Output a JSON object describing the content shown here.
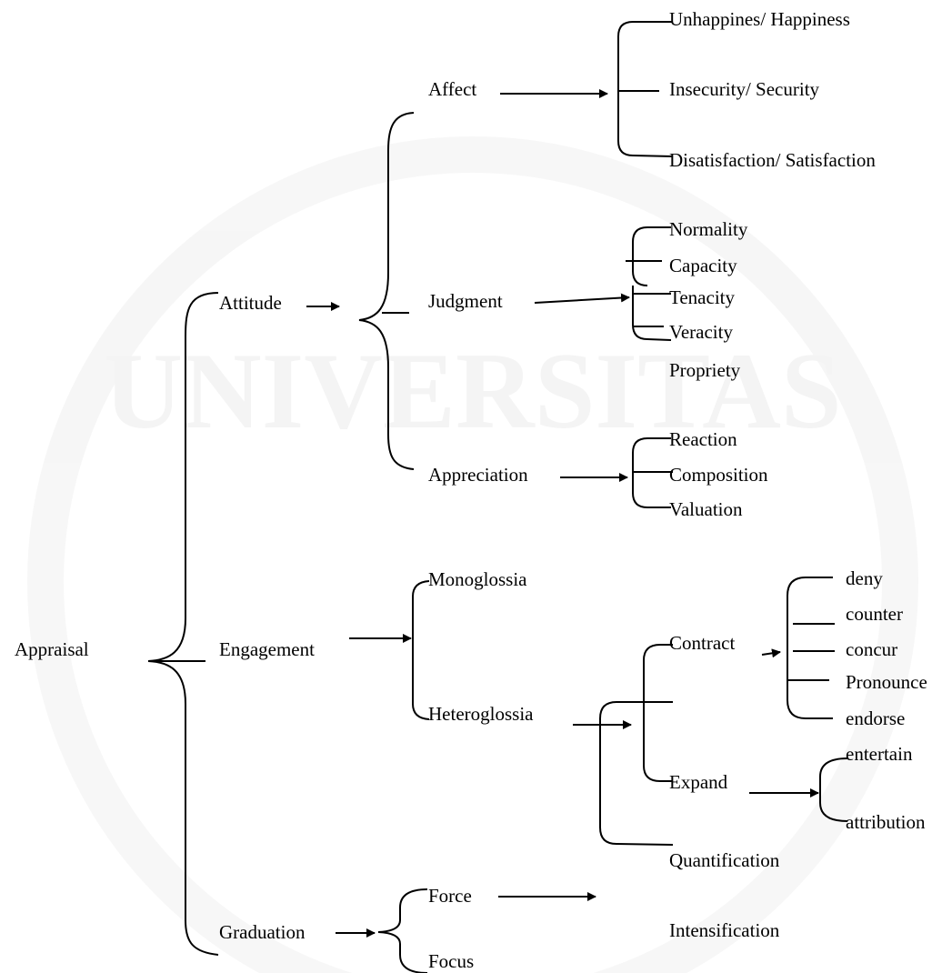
{
  "watermark": {
    "text": "UNIVERSITAS"
  },
  "nodes": {
    "root": "Appraisal",
    "attitude": "Attitude",
    "engagement": "Engagement",
    "graduation": "Graduation",
    "affect": "Affect",
    "judgment": "Judgment",
    "appreciation": "Appreciation",
    "affect_items": [
      "Unhappines/ Happiness",
      "Insecurity/ Security",
      "Disatisfaction/ Satisfaction"
    ],
    "judgment_items": [
      "Normality",
      "Capacity",
      "Tenacity",
      "Veracity",
      "Propriety"
    ],
    "appreciation_items": [
      "Reaction",
      "Composition",
      "Valuation"
    ],
    "monoglossia": "Monoglossia",
    "heteroglossia": "Heteroglossia",
    "contract": "Contract",
    "expand": "Expand",
    "contract_items": [
      "deny",
      "counter",
      "concur",
      "Pronounce",
      "endorse"
    ],
    "expand_items": [
      "entertain",
      "attribution"
    ],
    "force": "Force",
    "focus": "Focus",
    "force_items": [
      "Quantification",
      "Intensification"
    ]
  }
}
